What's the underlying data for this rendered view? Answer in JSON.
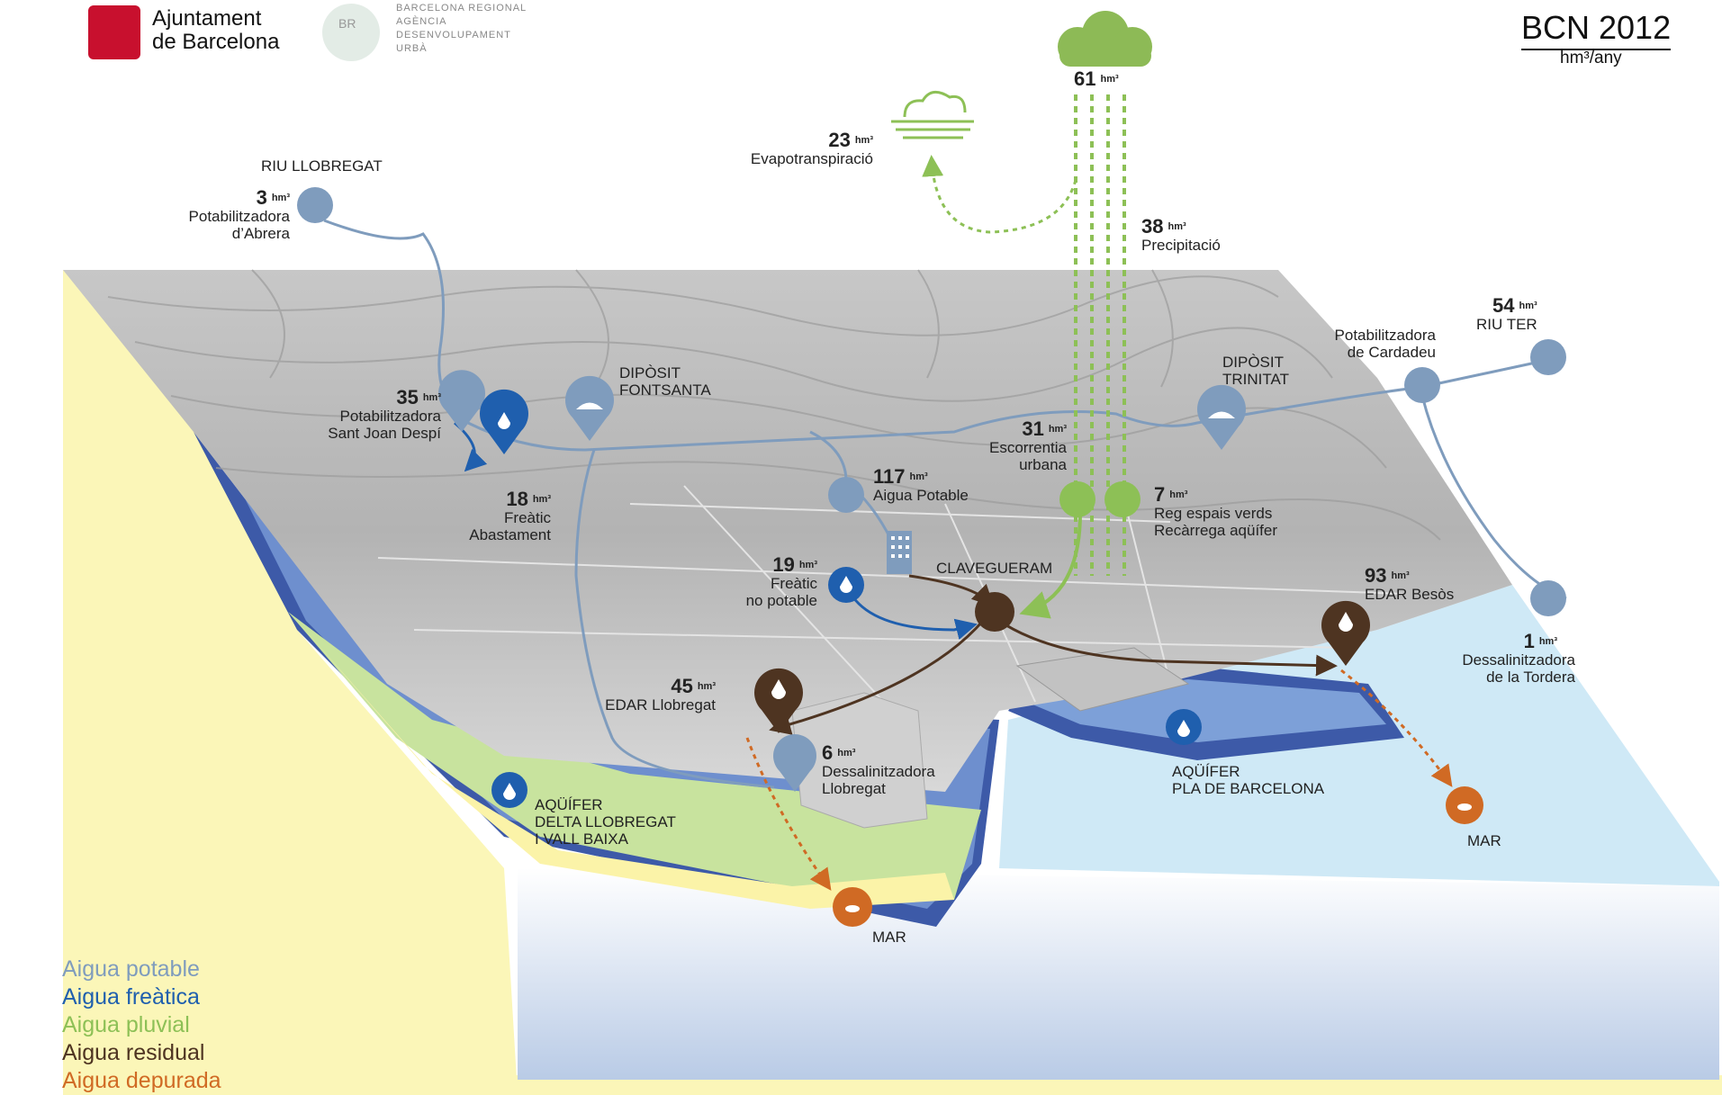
{
  "header": {
    "logo_line1": "Ajuntament",
    "logo_line2": "de Barcelona",
    "br_badge": "BR",
    "br_line1": "BARCELONA REGIONAL",
    "br_line2": "AGÈNCIA",
    "br_line3": "DESENVOLUPAMENT",
    "br_line4": "URBÀ",
    "title": "BCN 2012",
    "unit": "hm³/any"
  },
  "unit": "hm³",
  "flows": {
    "rain": {
      "value": "61"
    },
    "evapo": {
      "value": "23",
      "label": "Evapotranspiració"
    },
    "precip": {
      "value": "38",
      "label": "Precipitació"
    },
    "abrera": {
      "title": "RIU LLOBREGAT",
      "value": "3",
      "line1": "Potabilitzadora",
      "line2": "d’Abrera"
    },
    "sjd": {
      "value": "35",
      "line1": "Potabilitzadora",
      "line2": "Sant Joan Despí"
    },
    "freatic_ab": {
      "value": "18",
      "line1": "Freàtic",
      "line2": "Abastament"
    },
    "fontsanta": {
      "line1": "DIPÒSIT",
      "line2": "FONTSANTA"
    },
    "potable": {
      "value": "117",
      "label": "Aigua Potable"
    },
    "escorrentia": {
      "value": "31",
      "line1": "Escorrentia",
      "line2": "urbana"
    },
    "reg": {
      "value": "7",
      "line1": "Reg espais verds",
      "line2": "Recàrrega aqüífer"
    },
    "trinitat": {
      "line1": "DIPÒSIT",
      "line2": "TRINITAT"
    },
    "cardedeu": {
      "line1": "Potabilitzadora",
      "line2": "de Cardadeu"
    },
    "ter": {
      "value": "54",
      "label": "RIU TER"
    },
    "freatic_np": {
      "value": "19",
      "line1": "Freàtic",
      "line2": "no potable"
    },
    "clavegueram": {
      "label": "CLAVEGUERAM"
    },
    "edar_besos": {
      "value": "93",
      "label": "EDAR Besòs"
    },
    "tordera": {
      "value": "1",
      "line1": "Dessalinitzadora",
      "line2": "de la Tordera"
    },
    "edar_llob": {
      "value": "45",
      "label": "EDAR Llobregat"
    },
    "dessal_llob": {
      "value": "6",
      "line1": "Dessalinitzadora",
      "line2": "Llobregat"
    },
    "aq_pla": {
      "line1": "AQÜÍFER",
      "line2": "PLA DE BARCELONA"
    },
    "aq_delta": {
      "line1": "AQÜÍFER",
      "line2": "DELTA LLOBREGAT",
      "line3": "I VALL BAIXA"
    },
    "mar1": {
      "label": "MAR"
    },
    "mar2": {
      "label": "MAR"
    }
  },
  "legend": [
    {
      "label": "Aigua potable",
      "color": "#7f9cbd"
    },
    {
      "label": "Aigua freàtica",
      "color": "#1f5fae"
    },
    {
      "label": "Aigua pluvial",
      "color": "#8dc056"
    },
    {
      "label": "Aigua residual",
      "color": "#4e3421"
    },
    {
      "label": "Aigua depurada",
      "color": "#d06a24"
    }
  ],
  "colors": {
    "potable": "#7f9cbd",
    "freatica": "#1f5fae",
    "pluvial": "#8dc056",
    "residual": "#4e3421",
    "depurada": "#d06a24",
    "sea": "#cfe9f6",
    "aquifer": "#3d5aa8",
    "sand": "#fbf3a8"
  }
}
